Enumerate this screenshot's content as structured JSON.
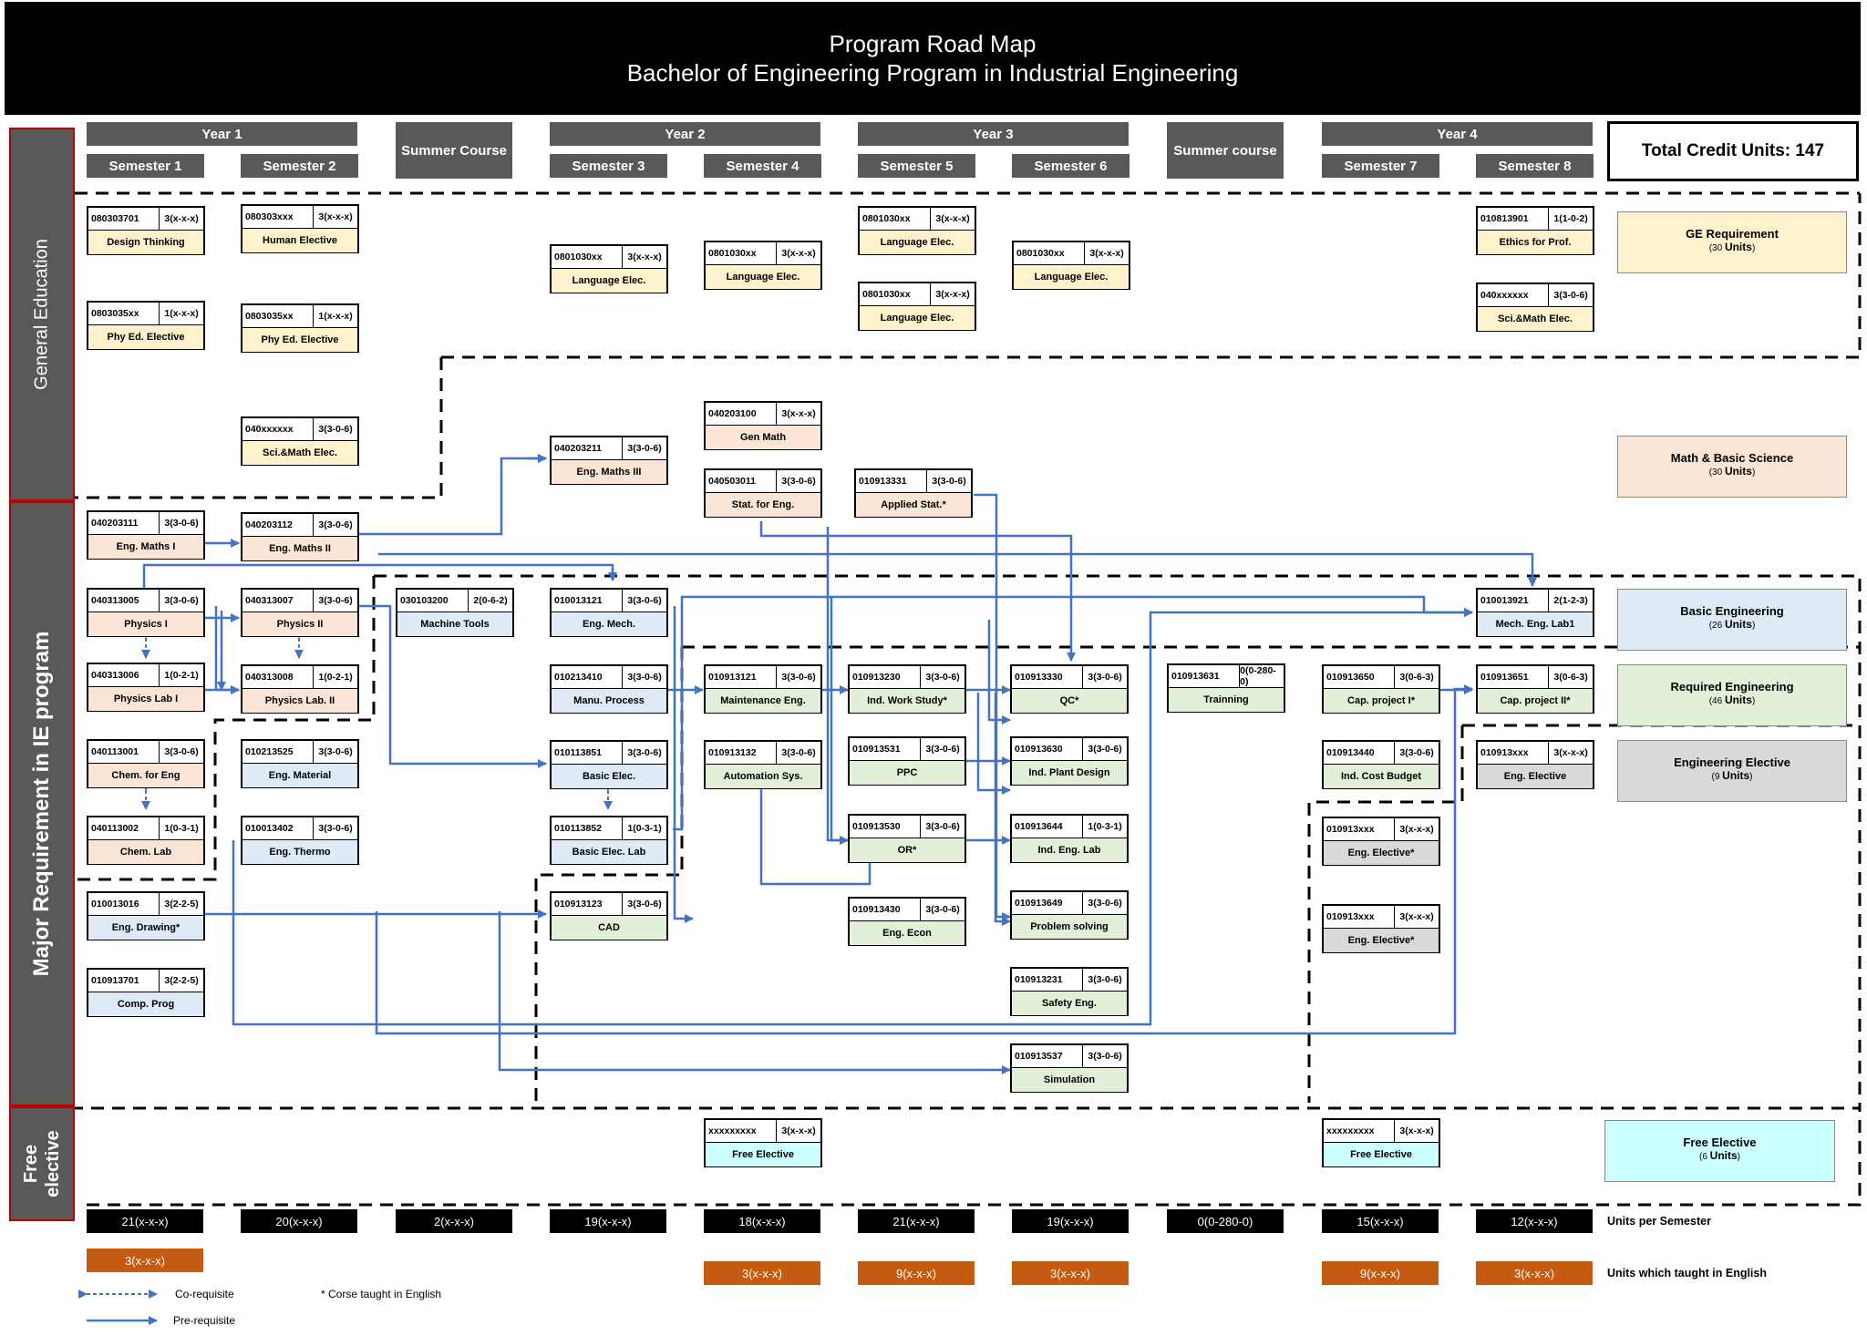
{
  "header": {
    "title": "Program Road Map",
    "subtitle": "Bachelor of Engineering Program in Industrial Engineering"
  },
  "years": [
    "Year 1",
    "Year 2",
    "Year 3",
    "Year 4"
  ],
  "summer": [
    "Summer Course",
    "Summer course"
  ],
  "semesters": [
    "Semester 1",
    "Semester 2",
    "Semester 3",
    "Semester 4",
    "Semester 5",
    "Semester 6",
    "Semester 7",
    "Semester 8"
  ],
  "total": "Total Credit Units: 147",
  "sidebar": [
    "General Education",
    "Major Requirement in IE program",
    "Free elective"
  ],
  "courses": [
    {
      "code": "080303701",
      "credit": "3(x-x-x)",
      "name": "Design Thinking",
      "cat": "ge"
    },
    {
      "code": "0803035xx",
      "credit": "1(x-x-x)",
      "name": "Phy Ed. Elective",
      "cat": "ge"
    },
    {
      "code": "080303xxx",
      "credit": "3(x-x-x)",
      "name": "Human Elective",
      "cat": "ge"
    },
    {
      "code": "0803035xx",
      "credit": "1(x-x-x)",
      "name": "Phy Ed. Elective",
      "cat": "ge"
    },
    {
      "code": "040xxxxxx",
      "credit": "3(3-0-6)",
      "name": "Sci.&Math Elec.",
      "cat": "ge"
    },
    {
      "code": "0801030xx",
      "credit": "3(x-x-x)",
      "name": "Language Elec.",
      "cat": "ge"
    },
    {
      "code": "0801030xx",
      "credit": "3(x-x-x)",
      "name": "Language Elec.",
      "cat": "ge"
    },
    {
      "code": "0801030xx",
      "credit": "3(x-x-x)",
      "name": "Language Elec.",
      "cat": "ge"
    },
    {
      "code": "0801030xx",
      "credit": "3(x-x-x)",
      "name": "Language Elec.",
      "cat": "ge"
    },
    {
      "code": "0801030xx",
      "credit": "3(x-x-x)",
      "name": "Language Elec.",
      "cat": "ge"
    },
    {
      "code": "010813901",
      "credit": "1(1-0-2)",
      "name": "Ethics for Prof.",
      "cat": "ge"
    },
    {
      "code": "040xxxxxx",
      "credit": "3(3-0-6)",
      "name": "Sci.&Math Elec.",
      "cat": "ge"
    },
    {
      "code": "040203100",
      "credit": "3(x-x-x)",
      "name": "Gen Math",
      "cat": "ms"
    },
    {
      "code": "040203211",
      "credit": "3(3-0-6)",
      "name": "Eng. Maths III",
      "cat": "ms"
    },
    {
      "code": "040503011",
      "credit": "3(3-0-6)",
      "name": "Stat. for Eng.",
      "cat": "ms"
    },
    {
      "code": "010913331",
      "credit": "3(3-0-6)",
      "name": "Applied Stat.*",
      "cat": "ms"
    },
    {
      "code": "040203111",
      "credit": "3(3-0-6)",
      "name": "Eng. Maths I",
      "cat": "ms"
    },
    {
      "code": "040203112",
      "credit": "3(3-0-6)",
      "name": "Eng. Maths II",
      "cat": "ms"
    },
    {
      "code": "040313005",
      "credit": "3(3-0-6)",
      "name": "Physics I",
      "cat": "ms"
    },
    {
      "code": "040313006",
      "credit": "1(0-2-1)",
      "name": "Physics Lab I",
      "cat": "ms"
    },
    {
      "code": "040313007",
      "credit": "3(3-0-6)",
      "name": "Physics II",
      "cat": "ms"
    },
    {
      "code": "040313008",
      "credit": "1(0-2-1)",
      "name": "Physics Lab. II",
      "cat": "ms"
    },
    {
      "code": "040113001",
      "credit": "3(3-0-6)",
      "name": "Chem. for Eng",
      "cat": "ms"
    },
    {
      "code": "040113002",
      "credit": "1(0-3-1)",
      "name": "Chem. Lab",
      "cat": "ms"
    },
    {
      "code": "030103200",
      "credit": "2(0-6-2)",
      "name": "Machine Tools",
      "cat": "be"
    },
    {
      "code": "010013121",
      "credit": "3(3-0-6)",
      "name": "Eng. Mech.",
      "cat": "be"
    },
    {
      "code": "010213410",
      "credit": "3(3-0-6)",
      "name": "Manu. Process",
      "cat": "be"
    },
    {
      "code": "010113851",
      "credit": "3(3-0-6)",
      "name": "Basic Elec.",
      "cat": "be"
    },
    {
      "code": "010113852",
      "credit": "1(0-3-1)",
      "name": "Basic Elec. Lab",
      "cat": "be"
    },
    {
      "code": "010213525",
      "credit": "3(3-0-6)",
      "name": "Eng. Material",
      "cat": "be"
    },
    {
      "code": "010013402",
      "credit": "3(3-0-6)",
      "name": "Eng. Thermo",
      "cat": "be"
    },
    {
      "code": "010013016",
      "credit": "3(2-2-5)",
      "name": "Eng. Drawing*",
      "cat": "be"
    },
    {
      "code": "010913701",
      "credit": "3(2-2-5)",
      "name": "Comp. Prog",
      "cat": "be"
    },
    {
      "code": "010013921",
      "credit": "2(1-2-3)",
      "name": "Mech. Eng. Lab1",
      "cat": "be"
    },
    {
      "code": "010913123",
      "credit": "3(3-0-6)",
      "name": "CAD",
      "cat": "re"
    },
    {
      "code": "010913121",
      "credit": "3(3-0-6)",
      "name": "Maintenance Eng.",
      "cat": "re"
    },
    {
      "code": "010913132",
      "credit": "3(3-0-6)",
      "name": "Automation Sys.",
      "cat": "re"
    },
    {
      "code": "010913230",
      "credit": "3(3-0-6)",
      "name": "Ind. Work Study*",
      "cat": "re"
    },
    {
      "code": "010913531",
      "credit": "3(3-0-6)",
      "name": "PPC",
      "cat": "re"
    },
    {
      "code": "010913530",
      "credit": "3(3-0-6)",
      "name": "OR*",
      "cat": "re"
    },
    {
      "code": "010913430",
      "credit": "3(3-0-6)",
      "name": "Eng. Econ",
      "cat": "re"
    },
    {
      "code": "010913330",
      "credit": "3(3-0-6)",
      "name": "QC*",
      "cat": "re"
    },
    {
      "code": "010913630",
      "credit": "3(3-0-6)",
      "name": "Ind. Plant Design",
      "cat": "re"
    },
    {
      "code": "010913644",
      "credit": "1(0-3-1)",
      "name": "Ind. Eng. Lab",
      "cat": "re"
    },
    {
      "code": "010913649",
      "credit": "3(3-0-6)",
      "name": "Problem solving",
      "cat": "re"
    },
    {
      "code": "010913231",
      "credit": "3(3-0-6)",
      "name": "Safety Eng.",
      "cat": "re"
    },
    {
      "code": "010913537",
      "credit": "3(3-0-6)",
      "name": "Simulation",
      "cat": "re"
    },
    {
      "code": "010913631",
      "credit": "0(0-280-0)",
      "name": "Trainning",
      "cat": "re"
    },
    {
      "code": "010913650",
      "credit": "3(0-6-3)",
      "name": "Cap. project I*",
      "cat": "re"
    },
    {
      "code": "010913651",
      "credit": "3(0-6-3)",
      "name": "Cap. project II*",
      "cat": "re"
    },
    {
      "code": "010913440",
      "credit": "3(3-0-6)",
      "name": "Ind. Cost  Budget",
      "cat": "re"
    },
    {
      "code": "010913xxx",
      "credit": "3(x-x-x)",
      "name": "Eng. Elective",
      "cat": "el"
    },
    {
      "code": "010913xxx",
      "credit": "3(x-x-x)",
      "name": "Eng. Elective*",
      "cat": "el"
    },
    {
      "code": "010913xxx",
      "credit": "3(x-x-x)",
      "name": "Eng. Elective*",
      "cat": "el"
    },
    {
      "code": "xxxxxxxxx",
      "credit": "3(x-x-x)",
      "name": "Free Elective",
      "cat": "fe"
    },
    {
      "code": "xxxxxxxxx",
      "credit": "3(x-x-x)",
      "name": "Free Elective",
      "cat": "fe"
    }
  ],
  "legend": [
    {
      "title": "GE Requirement",
      "units_pre": "(30",
      "units": "Units",
      "units_post": ")",
      "color": "#fff2cc"
    },
    {
      "title": "Math & Basic Science",
      "units_pre": "(30",
      "units": "Units",
      "units_post": ")",
      "color": "#fbe5d6"
    },
    {
      "title": "Basic Engineering",
      "units_pre": "(26",
      "units": "Units",
      "units_post": ")",
      "color": "#deebf7"
    },
    {
      "title": "Required Engineering",
      "units_pre": "(46",
      "units": "Units",
      "units_post": ")",
      "color": "#e2f0d9"
    },
    {
      "title": "Engineering Elective",
      "units_pre": "(9",
      "units": "Units",
      "units_post": ")",
      "color": "#d9d9d9"
    },
    {
      "title": "Free Elective",
      "units_pre": "(6",
      "units": "Units",
      "units_post": ")",
      "color": "#ccffff"
    }
  ],
  "units_per_semester": [
    "21(x-x-x)",
    "20(x-x-x)",
    "2(x-x-x)",
    "19(x-x-x)",
    "18(x-x-x)",
    "21(x-x-x)",
    "19(x-x-x)",
    "0(0-280-0)",
    "15(x-x-x)",
    "12(x-x-x)"
  ],
  "units_per_semester_label": "Units per Semester",
  "english_units": [
    "3(x-x-x)",
    "3(x-x-x)",
    "9(x-x-x)",
    "3(x-x-x)",
    "9(x-x-x)",
    "3(x-x-x)"
  ],
  "english_units_label": "Units which taught in English",
  "notes": {
    "corequisite": "Co-requisite",
    "prerequisite": "Pre-requisite",
    "english": "* Corse taught in English"
  },
  "colors": {
    "arrow": "#4472c4",
    "accent_red": "#c00000",
    "header": "#000000",
    "column_header": "#595959",
    "english_bar": "#c55a11"
  }
}
